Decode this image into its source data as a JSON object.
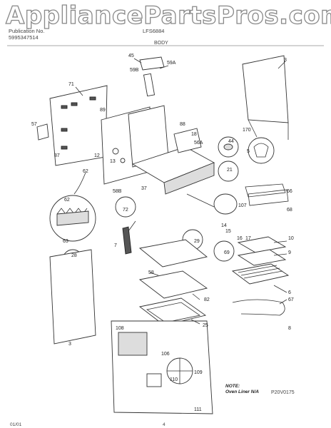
{
  "watermark": "AppliancePartsPros.com",
  "header": {
    "company": "Publication No.",
    "pub_number": "5995347514",
    "model": "LFS6884",
    "section": "BODY"
  },
  "labels": {
    "p45": "45",
    "p59B": "59B",
    "p59A": "59A",
    "p3a": "3",
    "p71": "71",
    "p89": "89",
    "p57": "57",
    "p87": "87",
    "p12": "12",
    "p13": "13",
    "p88": "88",
    "p18": "18",
    "p56A": "56A",
    "p170": "170",
    "p44": "44",
    "p5": "5",
    "p21": "21",
    "p62a": "62",
    "p62b": "62",
    "p63": "63",
    "p58B": "58B",
    "p37": "37",
    "p72": "72",
    "p107": "107",
    "p66": "66",
    "p68": "68",
    "p14": "14",
    "p15": "15",
    "p16": "16",
    "p17": "17",
    "p7": "7",
    "p29": "29",
    "p69": "69",
    "p10": "10",
    "p28": "28",
    "p9": "9",
    "p58": "58",
    "p82": "82",
    "p6a": "6",
    "p67": "67",
    "p25": "25",
    "p8": "8",
    "p3b": "3",
    "p108": "108",
    "p106": "106",
    "p109": "109",
    "p110": "110",
    "p111": "111"
  },
  "note_line1": "NOTE:",
  "note_line2": "Oven Liner N/A",
  "figure_code": "P20V0175",
  "footer": {
    "date": "01/01",
    "page": "4"
  }
}
